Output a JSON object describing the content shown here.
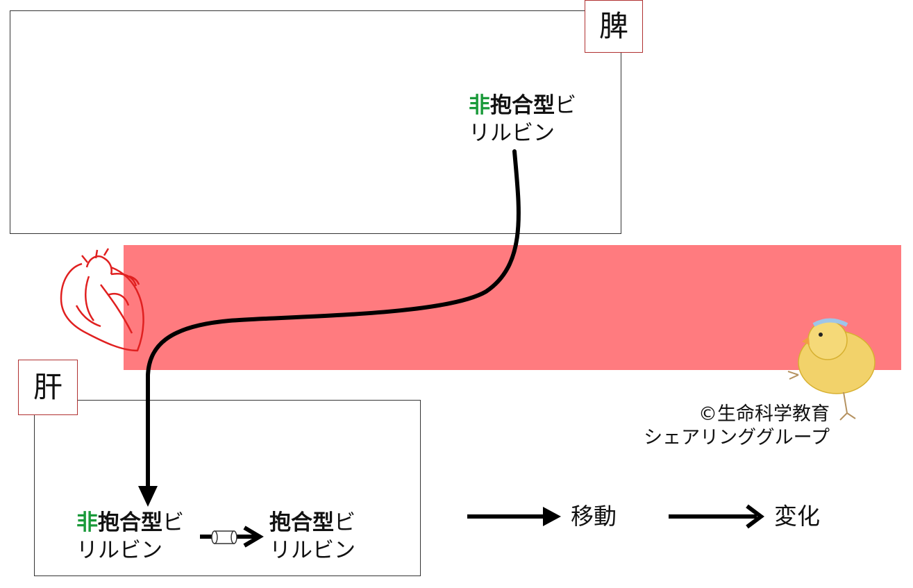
{
  "organs": {
    "spleen": "脾",
    "liver": "肝"
  },
  "spleen_bilirubin": {
    "prefix": "非",
    "main": "抱合型",
    "suffix": "ビ",
    "line2": "リルビン"
  },
  "liver_bilirubin_unconjugated": {
    "prefix": "非",
    "main": "抱合型",
    "suffix": "ビ",
    "line2": "リルビン"
  },
  "liver_bilirubin_conjugated": {
    "main": "抱合型",
    "suffix": "ビ",
    "line2": "リルビン"
  },
  "legend": {
    "move": "移動",
    "change": "変化"
  },
  "credit": {
    "line1": "©生命科学教育",
    "line2": "シェアリンググループ"
  },
  "colors": {
    "blood": "#ff7b7f",
    "green_text": "#1a9a3a",
    "organ_tag_border": "#b03030",
    "heart": "#e02020"
  },
  "icons": [
    "heart-icon",
    "chick-mascot-icon",
    "enzyme-cylinder-icon"
  ]
}
